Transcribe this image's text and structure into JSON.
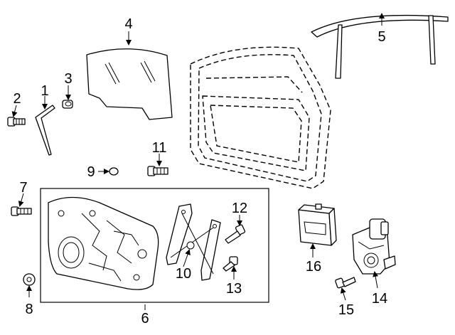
{
  "callouts": [
    {
      "id": "c1",
      "label": "1"
    },
    {
      "id": "c2",
      "label": "2"
    },
    {
      "id": "c3",
      "label": "3"
    },
    {
      "id": "c4",
      "label": "4"
    },
    {
      "id": "c5",
      "label": "5"
    },
    {
      "id": "c6",
      "label": "6"
    },
    {
      "id": "c7",
      "label": "7"
    },
    {
      "id": "c8",
      "label": "8"
    },
    {
      "id": "c9",
      "label": "9"
    },
    {
      "id": "c10",
      "label": "10"
    },
    {
      "id": "c11",
      "label": "11"
    },
    {
      "id": "c12",
      "label": "12"
    },
    {
      "id": "c13",
      "label": "13"
    },
    {
      "id": "c14",
      "label": "14"
    },
    {
      "id": "c15",
      "label": "15"
    },
    {
      "id": "c16",
      "label": "16"
    }
  ],
  "colors": {
    "line": "#000000",
    "background": "#ffffff"
  }
}
